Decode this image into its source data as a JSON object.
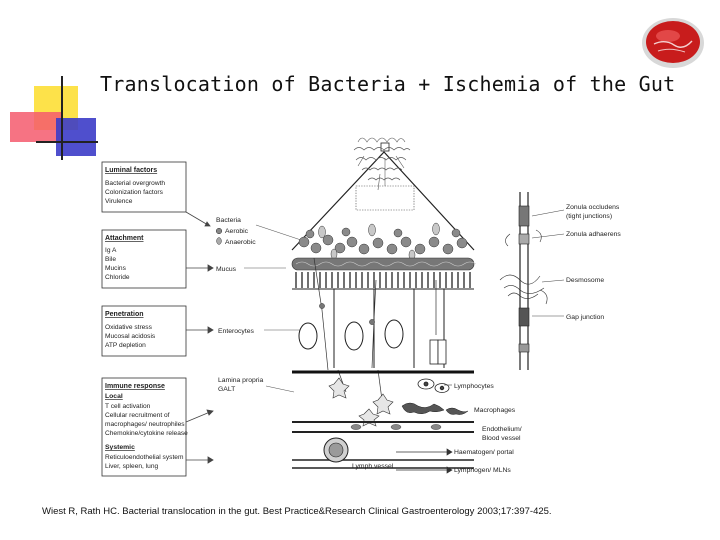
{
  "title": "Translocation of Bacteria + Ischemia of the Gut",
  "citation": "Wiest R, Rath HC. Bacterial translocation in the gut. Best Practice&Research Clinical Gastroenterology 2003;17:397-425.",
  "figure": {
    "boxes": [
      {
        "heading": "Luminal factors",
        "lines": [
          "Bacterial overgrowth",
          "Colonization factors",
          "Virulence"
        ]
      },
      {
        "heading": "Attachment",
        "lines": [
          "Ig A",
          "Bile",
          "Mucins",
          "Chloride"
        ]
      },
      {
        "heading": "Penetration",
        "lines": [
          "Oxidative stress",
          "Mucosal acidosis",
          "ATP depletion"
        ]
      },
      {
        "heading": "Immune response",
        "sub1": "Local",
        "lines1": [
          "T cell activation",
          "Cellular recruitment of",
          "macrophages/ neutrophiles",
          "Chemokine/cytokine release"
        ],
        "sub2": "Systemic",
        "lines2": [
          "Reticuloendothelial system",
          "Liver, spleen, lung"
        ]
      }
    ],
    "mid_labels": {
      "bacteria": "Bacteria",
      "aerobic": "Aerobic",
      "anaerobic": "Anaerobic",
      "mucus": "Mucus",
      "enterocytes": "Enterocytes",
      "lamina1": "Lamina propria",
      "lamina2": "GALT"
    },
    "right_labels": {
      "zo1": "Zonula occludens",
      "zo2": "(tight junctions)",
      "za": "Zonula adhaerens",
      "desmosome": "Desmosome",
      "gap": "Gap junction",
      "lymphocytes": "Lymphocytes",
      "macrophages": "Macrophages",
      "endo1": "Endothelium/",
      "endo2": "Blood vessel",
      "haem": "Haematogen/ portal",
      "lymphogen": "Lymphogen/ MLNs",
      "lymphvessel": "Lymph vessel"
    }
  }
}
